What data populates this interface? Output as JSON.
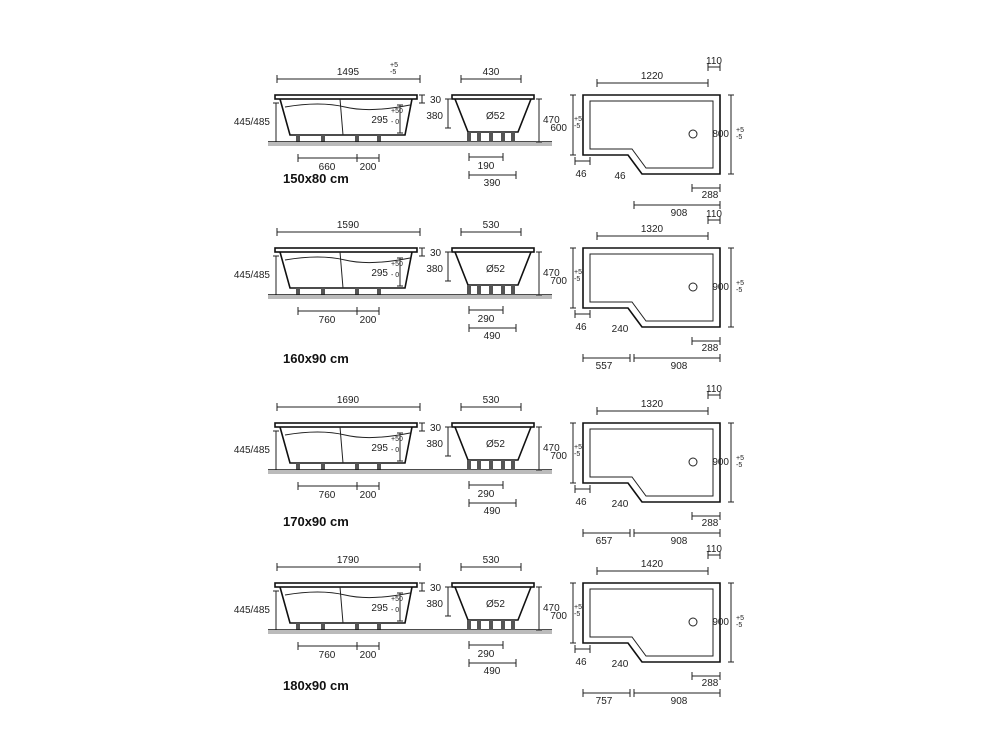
{
  "tolerance": {
    "plus": "+5",
    "minus": "-5",
    "plus50": "+50",
    "minus0": "- 0"
  },
  "models": [
    {
      "size_label": "150x80 cm",
      "length": "1495",
      "rim": "30",
      "height": "445/485",
      "overflow": "295",
      "leg_span": "660",
      "leg_gap": "200",
      "width": "430",
      "inner_depth": "380",
      "outer_height": "470",
      "drain": "Ø52",
      "foot_span": "190",
      "foot_width": "390",
      "top_length": "1220",
      "top_step": "110",
      "narrow_width": "600",
      "wide_width": "800",
      "edge_a": "46",
      "edge_b": "46",
      "drain_offset": "288",
      "wide_length": "908",
      "narrow_length": ""
    },
    {
      "size_label": "160x90 cm",
      "length": "1590",
      "rim": "30",
      "height": "445/485",
      "overflow": "295",
      "leg_span": "760",
      "leg_gap": "200",
      "width": "530",
      "inner_depth": "380",
      "outer_height": "470",
      "drain": "Ø52",
      "foot_span": "290",
      "foot_width": "490",
      "top_length": "1320",
      "top_step": "110",
      "narrow_width": "700",
      "wide_width": "900",
      "edge_a": "46",
      "edge_b": "240",
      "drain_offset": "288",
      "wide_length": "908",
      "narrow_length": "557"
    },
    {
      "size_label": "170x90 cm",
      "length": "1690",
      "rim": "30",
      "height": "445/485",
      "overflow": "295",
      "leg_span": "760",
      "leg_gap": "200",
      "width": "530",
      "inner_depth": "380",
      "outer_height": "470",
      "drain": "Ø52",
      "foot_span": "290",
      "foot_width": "490",
      "top_length": "1320",
      "top_step": "110",
      "narrow_width": "700",
      "wide_width": "900",
      "edge_a": "46",
      "edge_b": "240",
      "drain_offset": "288",
      "wide_length": "908",
      "narrow_length": "657"
    },
    {
      "size_label": "180x90 cm",
      "length": "1790",
      "rim": "30",
      "height": "445/485",
      "overflow": "295",
      "leg_span": "760",
      "leg_gap": "200",
      "width": "530",
      "inner_depth": "380",
      "outer_height": "470",
      "drain": "Ø52",
      "foot_span": "290",
      "foot_width": "490",
      "top_length": "1420",
      "top_step": "110",
      "narrow_width": "700",
      "wide_width": "900",
      "edge_a": "46",
      "edge_b": "240",
      "drain_offset": "288",
      "wide_length": "908",
      "narrow_length": "757"
    }
  ]
}
